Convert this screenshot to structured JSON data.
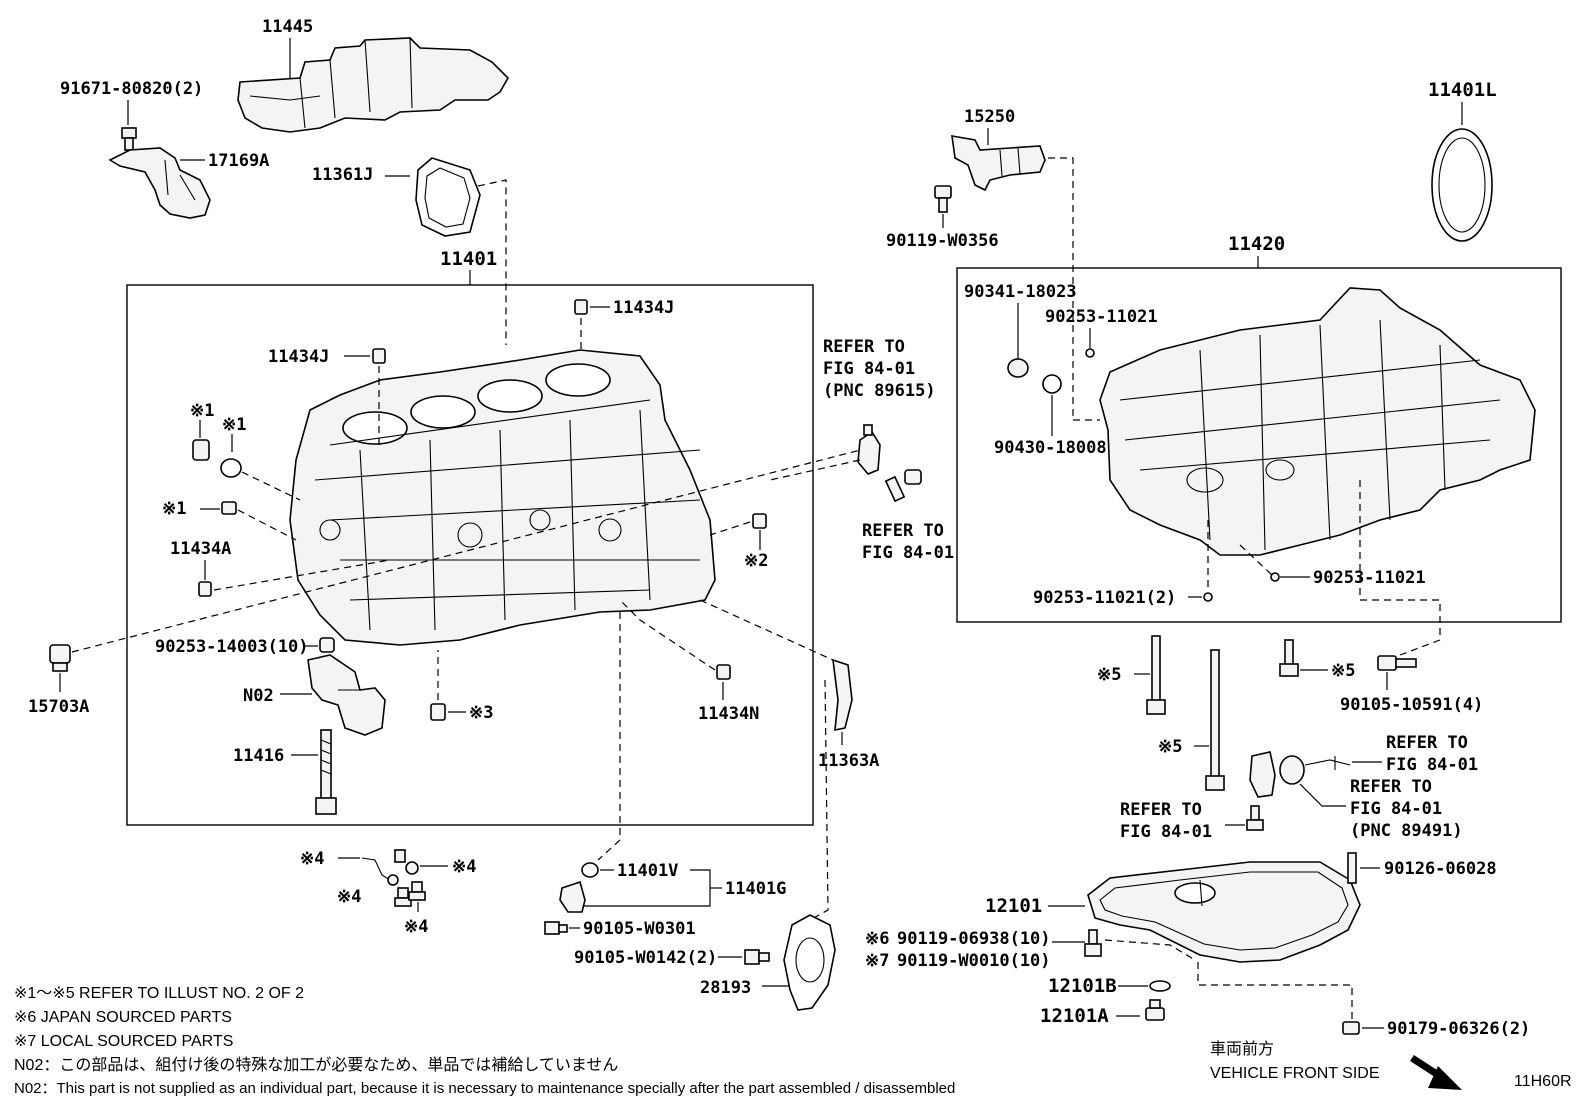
{
  "labels": {
    "p11445": "11445",
    "p91671": "91671-80820(2)",
    "p17169A": "17169A",
    "p11361J": "11361J",
    "p11401": "11401",
    "p11434J_top": "11434J",
    "p11434J_left": "11434J",
    "p11434A": "11434A",
    "p15703A": "15703A",
    "p90253_14003": "90253-14003(10)",
    "pN02": "N02",
    "p11416": "11416",
    "p11434N": "11434N",
    "p11363A": "11363A",
    "p11401V": "11401V",
    "p11401G": "11401G",
    "p90105_W0301": "90105-W0301",
    "p90105_W0142": "90105-W0142(2)",
    "p28193": "28193",
    "p15250": "15250",
    "p90119_W0356": "90119-W0356",
    "p11401L": "11401L",
    "p11420": "11420",
    "p90341": "90341-18023",
    "p90253_11021_a": "90253-11021",
    "p90430": "90430-18008",
    "p90253_11021_2": "90253-11021(2)",
    "p90253_11021_b": "90253-11021",
    "p90105_10591": "90105-10591(4)",
    "p12101": "12101",
    "p90119_06938": "90119-06938(10)",
    "p90119_W0010": "90119-W0010(10)",
    "p12101B": "12101B",
    "p12101A": "12101A",
    "p90126": "90126-06028",
    "p90179": "90179-06326(2)"
  },
  "marks": {
    "m1": "※1",
    "m2": "※2",
    "m3": "※3",
    "m4": "※4",
    "m5": "※5",
    "m6": "※6",
    "m7": "※7"
  },
  "refers": {
    "r1_line1": "REFER TO",
    "r1_line2": "FIG 84-01",
    "r1_line3": "(PNC 89615)",
    "r2_line1": "REFER TO",
    "r2_line2": "FIG 84-01",
    "r3_line1": "REFER TO",
    "r3_line2": "FIG 84-01",
    "r4_line1": "REFER TO",
    "r4_line2": "FIG 84-01",
    "r4_line3": "(PNC 89491)",
    "r5_line1": "REFER TO",
    "r5_line2": "FIG 84-01"
  },
  "notes": {
    "n1": "※1～※5  REFER TO ILLUST NO. 2 OF 2",
    "n2": "※6 JAPAN SOURCED PARTS",
    "n3": "※7 LOCAL SOURCED PARTS",
    "n4": "N02：この部品は、組付け後の特殊な加工が必要なため、単品では補給していません",
    "n5": "N02：This part is not supplied as an individual part, because it is necessary to maintenance specially after the part assembled / disassembled"
  },
  "front": {
    "jp": "車両前方",
    "en": "VEHICLE FRONT SIDE"
  },
  "illust_code": "11H60R"
}
